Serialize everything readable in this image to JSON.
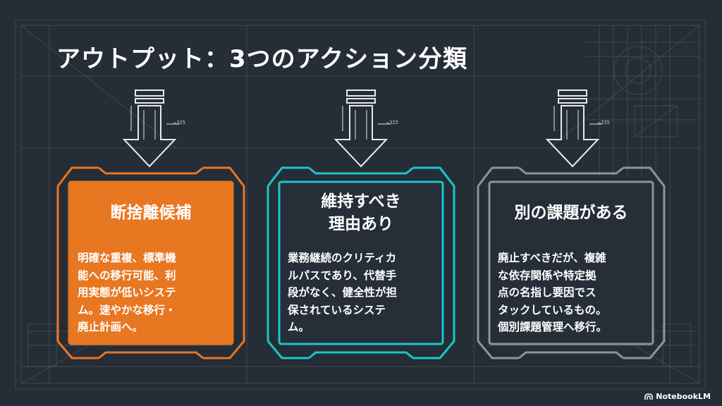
{
  "slide": {
    "title": "アウトプット：3つのアクション分類",
    "watermark": "NotebookLM"
  },
  "cards": [
    {
      "heading": "断捨離候補",
      "body": "明確な重複、標準機\n能への移行可能、利\n用実態が低いシステ\nム。速やかな移行・\n廃止計画へ。",
      "accent_color": "#e87722",
      "fill_color": "#e87722"
    },
    {
      "heading": "維持すべき\n理由あり",
      "body": "業務継続のクリティカ\nルパスであり、代替手\n段がなく、健全性が担\n保されているシステ\nム。",
      "accent_color": "#1cc6c9",
      "fill_color": "#262e37"
    },
    {
      "heading": "別の課題がある",
      "body": "廃止すべきだが、複雑\nな依存関係や特定拠\n点の名指し要因でス\nタックしているもの。\n個別課題管理へ移行。",
      "accent_color": "#8c959c",
      "fill_color": "#262e37"
    }
  ],
  "arrows": [
    {
      "dimension_label": "←325"
    },
    {
      "dimension_label": "←325"
    },
    {
      "dimension_label": "←235"
    }
  ]
}
